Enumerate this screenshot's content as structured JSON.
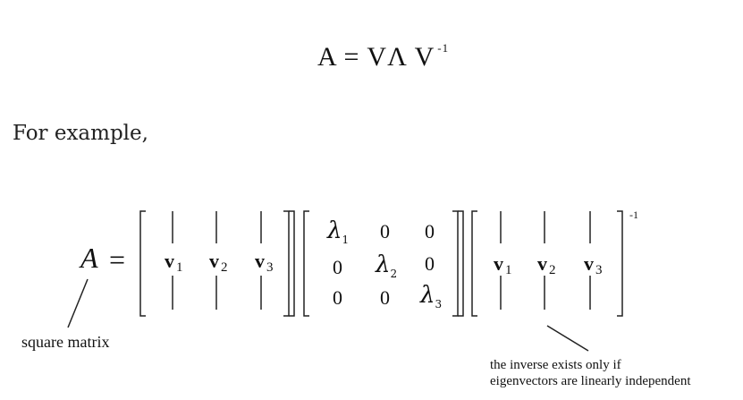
{
  "formula": {
    "lhs": "A",
    "eq": "=",
    "v": "V",
    "lambda": "Λ",
    "v2": "V",
    "inv": "-1"
  },
  "intro_text": "For example,",
  "expansion": {
    "lhs": "A",
    "eq": "=",
    "vectors": [
      {
        "base": "v",
        "sub": "1"
      },
      {
        "base": "v",
        "sub": "2"
      },
      {
        "base": "v",
        "sub": "3"
      }
    ],
    "diag": {
      "rows": [
        [
          {
            "lam": "λ",
            "sub": "1"
          },
          {
            "val": "0"
          },
          {
            "val": "0"
          }
        ],
        [
          {
            "val": "0"
          },
          {
            "lam": "λ",
            "sub": "2"
          },
          {
            "val": "0"
          }
        ],
        [
          {
            "val": "0"
          },
          {
            "val": "0"
          },
          {
            "lam": "λ",
            "sub": "3"
          }
        ]
      ]
    },
    "inverse_sup": "-1"
  },
  "annotations": {
    "square_matrix": "square matrix",
    "inverse_line1": "the inverse exists only if",
    "inverse_line2": "eigenvectors are linearly independent"
  }
}
